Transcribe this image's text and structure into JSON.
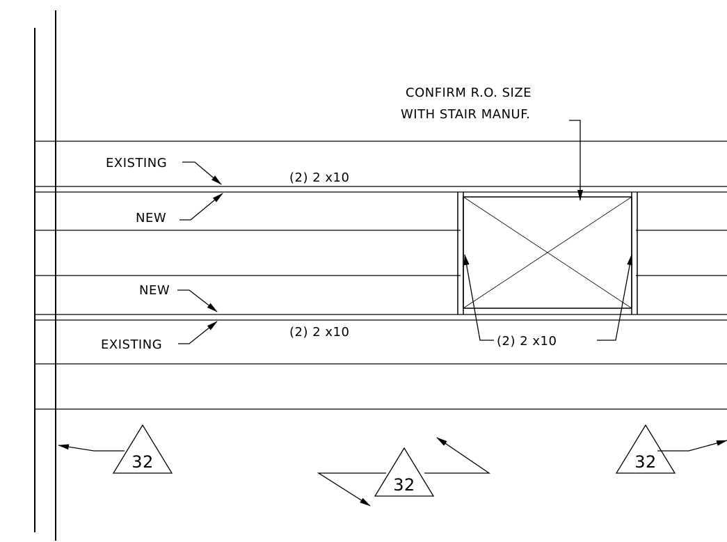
{
  "notes": {
    "confirm_line1": "CONFIRM R.O. SIZE",
    "confirm_line2": "WITH STAIR MANUF.",
    "existing_top": "EXISTING",
    "new_top": "NEW",
    "new_bottom": "NEW",
    "existing_bottom": "EXISTING",
    "header_top": "(2) 2 x10",
    "header_bottom": "(2) 2 x10",
    "trimmer": "(2) 2 x10"
  },
  "section_tags": {
    "left": "32",
    "center": "32",
    "right": "32"
  },
  "colors": {
    "line": "#000000",
    "background": "#ffffff"
  }
}
